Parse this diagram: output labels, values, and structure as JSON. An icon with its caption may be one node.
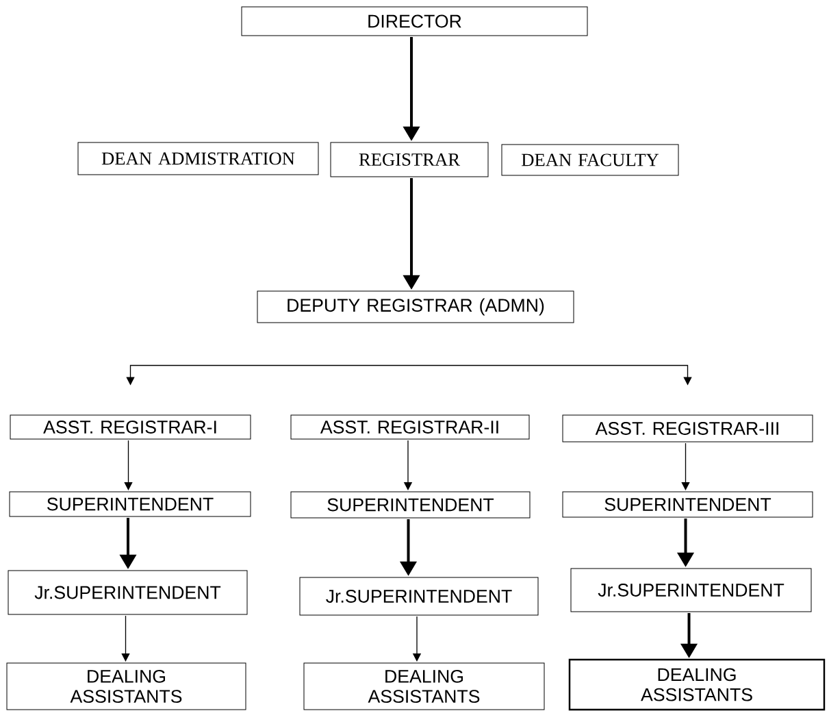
{
  "diagram": {
    "nodes": [
      {
        "text": [
          "DIRECTOR"
        ]
      },
      {
        "text": [
          "DEAN ADMISTRATION"
        ]
      },
      {
        "text": [
          "REGISTRAR"
        ]
      },
      {
        "text": [
          "DEAN FACULTY"
        ]
      },
      {
        "text": [
          "DEPUTY REGISTRAR (ADMN)"
        ]
      },
      {
        "text": [
          "ASST. REGISTRAR-I"
        ]
      },
      {
        "text": [
          "ASST. REGISTRAR-II"
        ]
      },
      {
        "text": [
          "ASST. REGISTRAR-III"
        ]
      },
      {
        "text": [
          "SUPERINTENDENT"
        ]
      },
      {
        "text": [
          "SUPERINTENDENT"
        ]
      },
      {
        "text": [
          "SUPERINTENDENT"
        ]
      },
      {
        "text": [
          "Jr.SUPERINTENDENT"
        ]
      },
      {
        "text": [
          "Jr.SUPERINTENDENT"
        ]
      },
      {
        "text": [
          "Jr.SUPERINTENDENT"
        ]
      },
      {
        "text": [
          "DEALING ASSISTANTS"
        ]
      },
      {
        "text": [
          "DEALING ASSISTANTS"
        ]
      },
      {
        "text": [
          "DEALING ASSISTANTS"
        ]
      }
    ],
    "edges": [
      {
        "from": 0,
        "to": 2,
        "arrow": "to",
        "style": "thick"
      },
      {
        "from": 2,
        "to": 4,
        "arrow": "to",
        "style": "thick"
      },
      {
        "from": 4,
        "to": 5,
        "arrow": "to"
      },
      {
        "from": 4,
        "to": 7,
        "arrow": "to"
      },
      {
        "from": 5,
        "to": 8,
        "arrow": "to"
      },
      {
        "from": 8,
        "to": 11,
        "arrow": "to",
        "style": "thick"
      },
      {
        "from": 11,
        "to": 14,
        "arrow": "to"
      },
      {
        "from": 6,
        "to": 9,
        "arrow": "to"
      },
      {
        "from": 9,
        "to": 12,
        "arrow": "to",
        "style": "thick"
      },
      {
        "from": 12,
        "to": 15,
        "arrow": "to"
      },
      {
        "from": 7,
        "to": 10,
        "arrow": "to"
      },
      {
        "from": 10,
        "to": 13,
        "arrow": "to",
        "style": "thick"
      },
      {
        "from": 13,
        "to": 16,
        "arrow": "to",
        "style": "thick"
      }
    ]
  }
}
